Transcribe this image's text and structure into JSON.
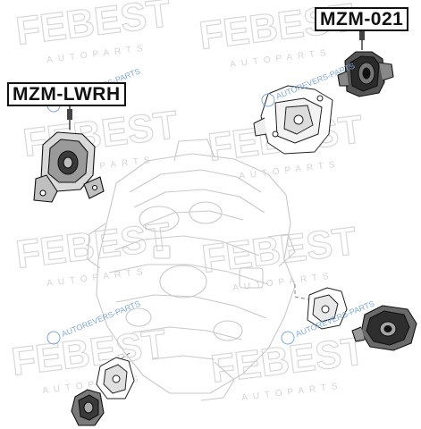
{
  "labels": {
    "part_a": "MZM-021",
    "part_b": "MZM-LWRH"
  },
  "watermark": {
    "brand": "FEBEST",
    "sub": "AUTOPARTS",
    "color": "#d8d8d8"
  },
  "autorevers": {
    "text": "AUTOREVERS-PARTS",
    "color": "#7fa8d8"
  }
}
